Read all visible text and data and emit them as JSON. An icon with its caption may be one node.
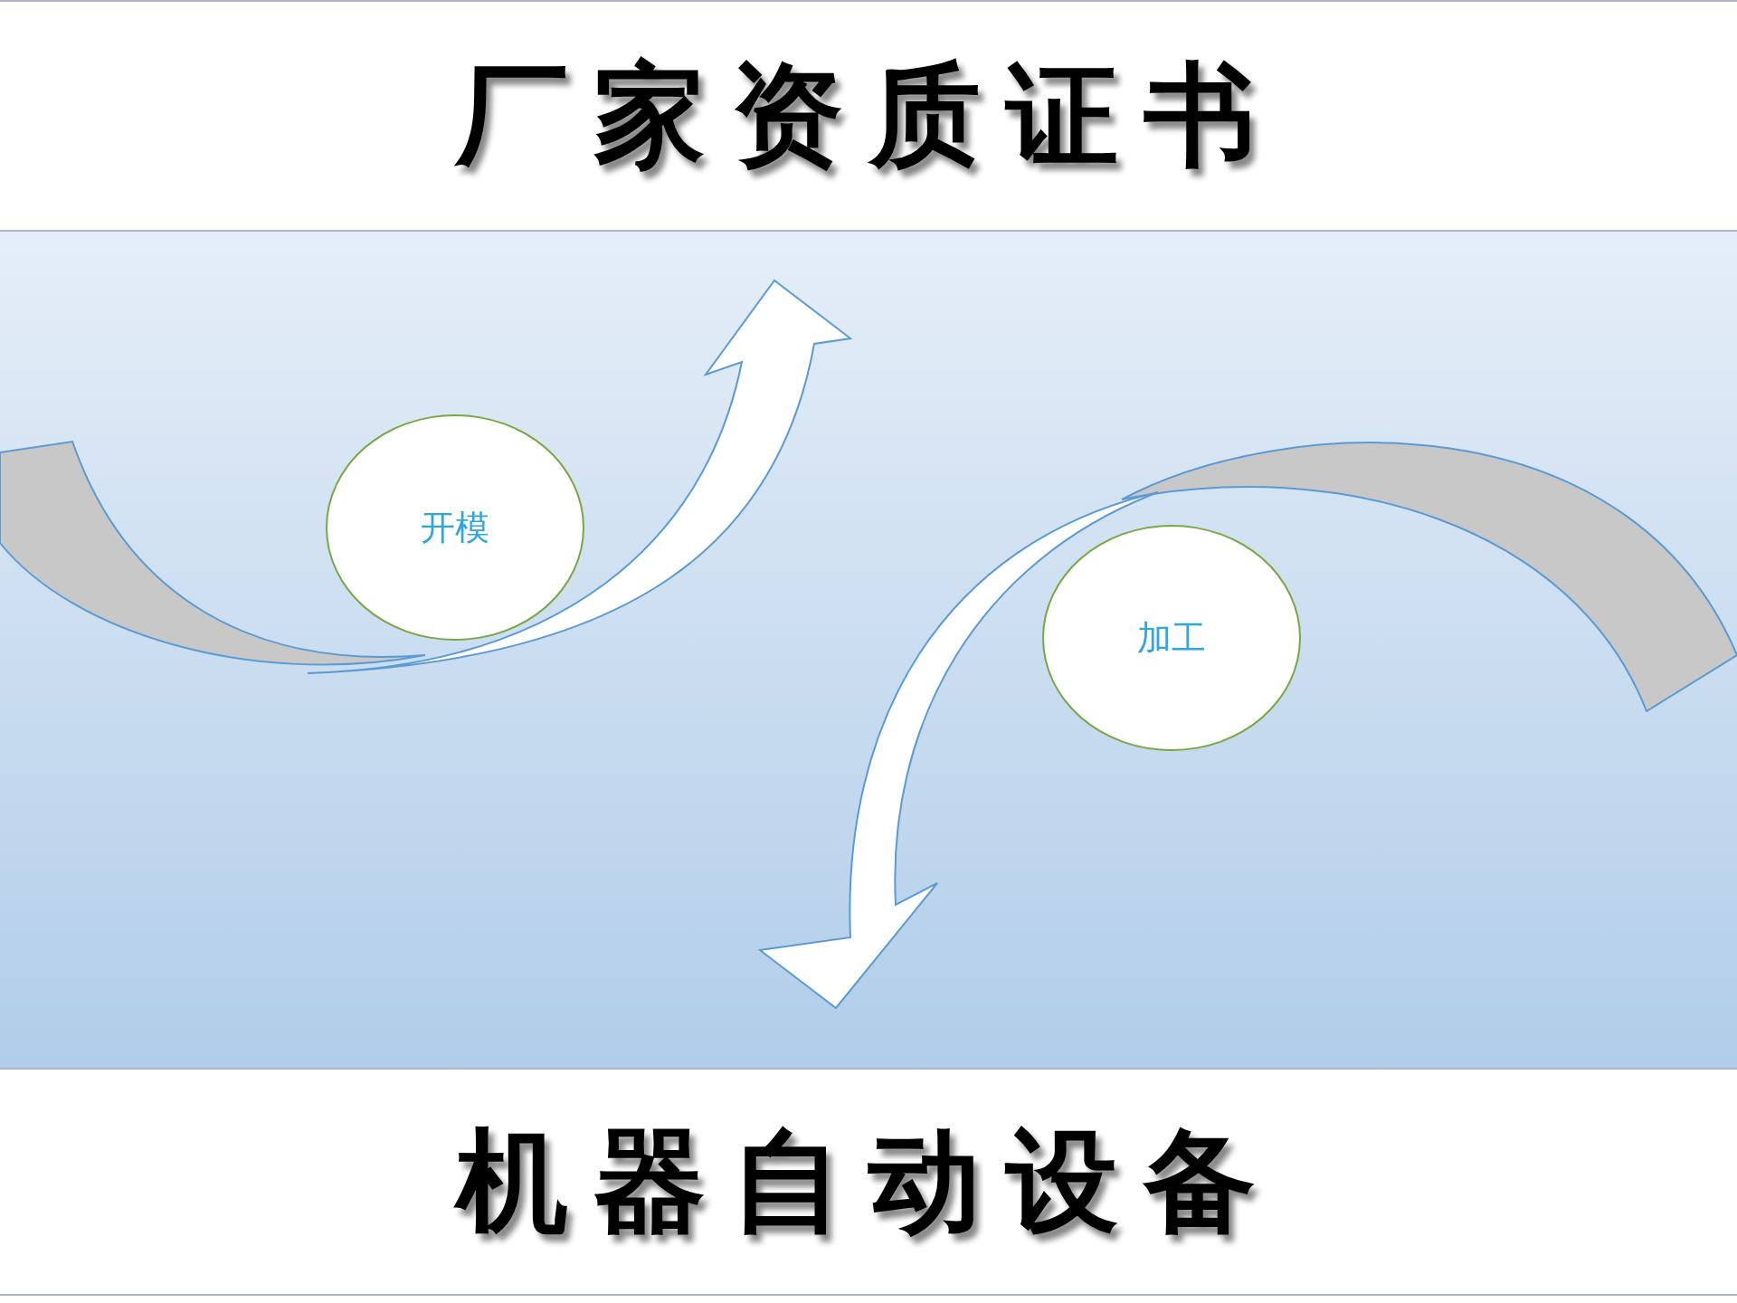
{
  "diagram": {
    "title": "厂家资质证书",
    "nodes": [
      {
        "text": [
          "开模"
        ]
      },
      {
        "text": [
          "加工"
        ]
      }
    ],
    "labels": [
      "机器自动设备"
    ]
  }
}
